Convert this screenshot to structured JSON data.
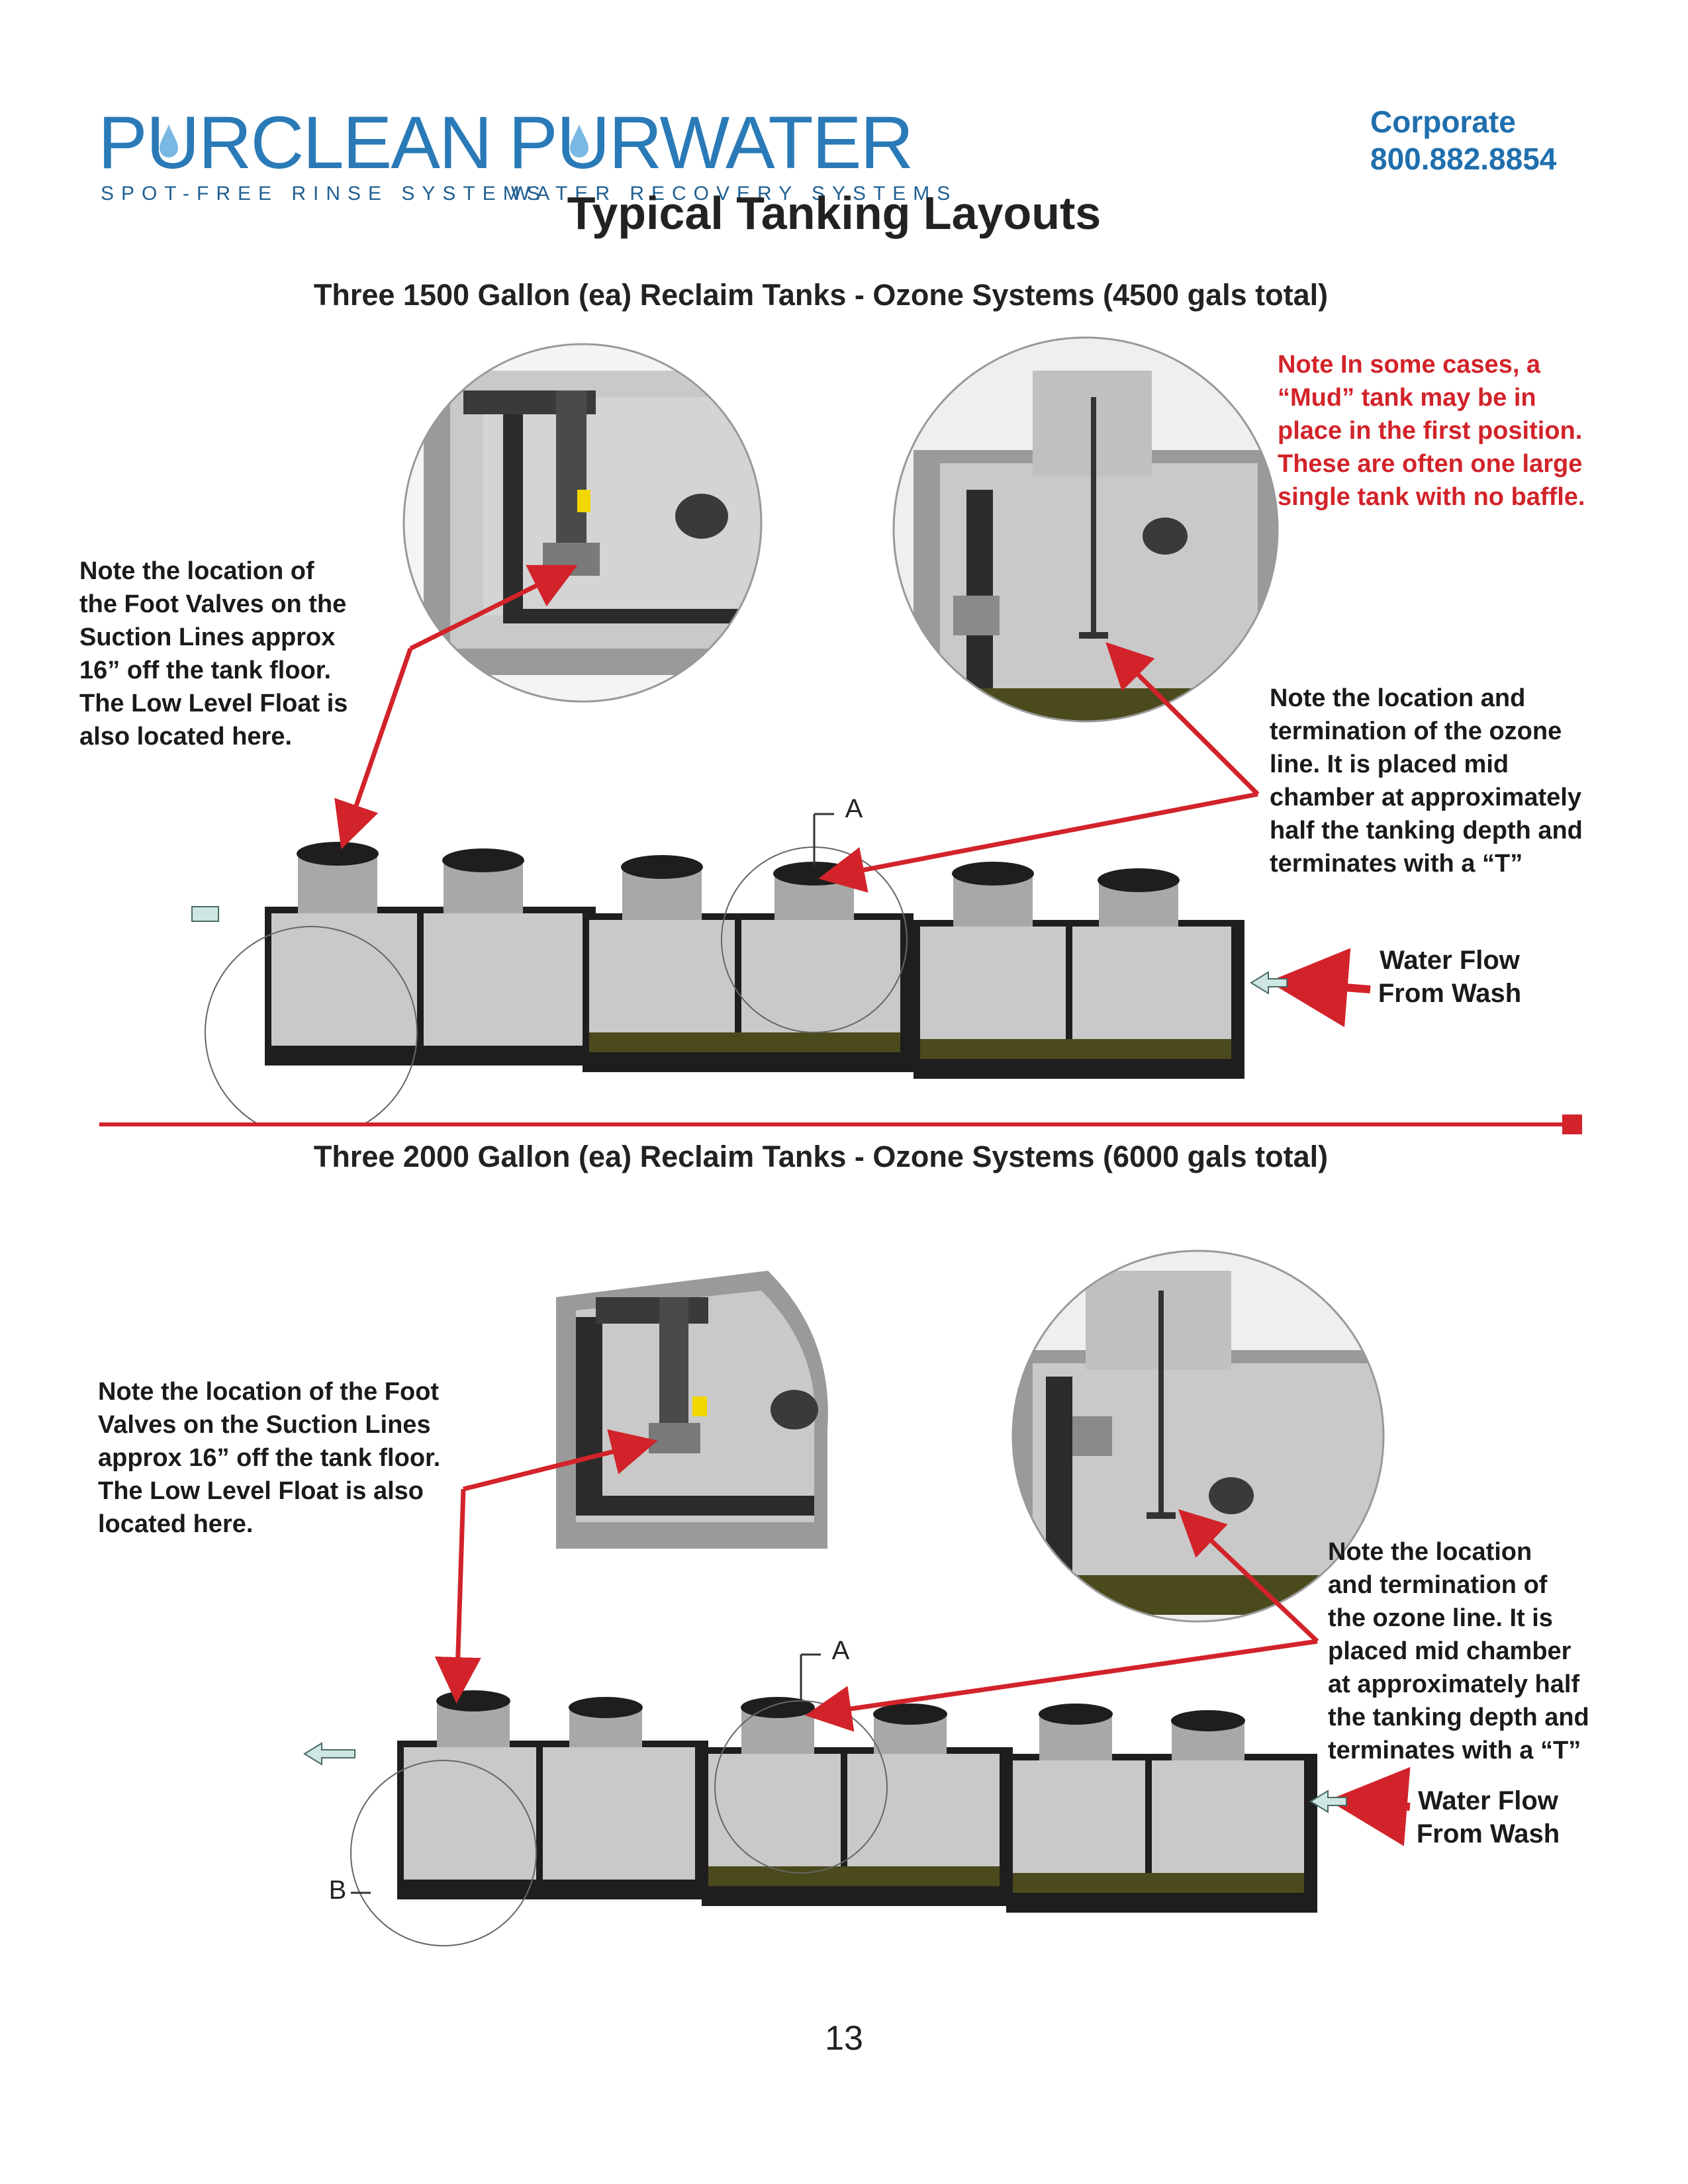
{
  "header": {
    "logo_left": {
      "word_a": "P",
      "word_u": "U",
      "word_b": "RCLEAN",
      "tagline": "SPOT-FREE RINSE SYSTEMS"
    },
    "logo_right": {
      "word_a": "P",
      "word_u": "U",
      "word_b": "RWATER",
      "tagline": "WATER RECOVERY SYSTEMS"
    },
    "corporate_label": "Corporate",
    "corporate_phone": "800.882.8854",
    "page_title": "Typical Tanking Layouts"
  },
  "section1": {
    "title": "Three 1500 Gallon (ea) Reclaim Tanks - Ozone Systems (4500 gals total)",
    "note_foot_valves": [
      "Note the location of",
      "the Foot Valves on the",
      "Suction Lines approx",
      "16” off the tank floor.",
      "The Low Level Float is",
      "also located here."
    ],
    "note_mud_tank": [
      "Note In some cases, a",
      "“Mud” tank may be in",
      "place in the first position.",
      "These are often one large",
      "single tank with no baffle."
    ],
    "note_ozone": [
      "Note the location and",
      "termination of the ozone",
      "line. It is placed mid",
      "chamber at approximately",
      "half the tanking depth and",
      "terminates with a “T”"
    ],
    "flow_label": [
      "Water Flow",
      "From Wash"
    ],
    "callout_a": "A"
  },
  "section2": {
    "title": "Three 2000 Gallon (ea) Reclaim Tanks - Ozone Systems (6000 gals total)",
    "note_foot_valves": [
      "Note the location of the Foot",
      "Valves on the Suction Lines",
      "approx 16” off the tank floor.",
      "The Low Level Float is also",
      "located here."
    ],
    "note_ozone": [
      "Note the location",
      "and termination of",
      "the ozone line. It is",
      "placed mid chamber",
      "at approximately half",
      "the tanking depth and",
      "terminates with a “T”"
    ],
    "flow_label": [
      "Water Flow",
      "From Wash"
    ],
    "callout_a": "A",
    "callout_b": "B"
  },
  "footer": {
    "page_number": "13"
  },
  "colors": {
    "brand_blue": "#2a7ab8",
    "alert_red": "#d2232a",
    "tank_gray": "#c9c9c9",
    "tank_dark": "#2b2b2b",
    "sludge": "#4a4a1c"
  }
}
